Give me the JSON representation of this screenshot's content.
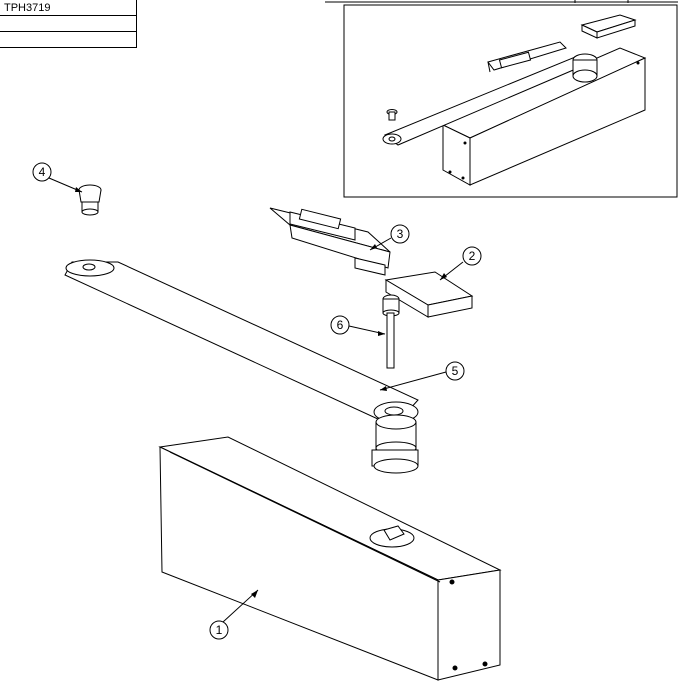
{
  "title_block": {
    "rows": [
      "TPH3719",
      "",
      ""
    ]
  },
  "callouts": [
    {
      "number": "1",
      "part": "closer-body"
    },
    {
      "number": "2",
      "part": "spacer-block"
    },
    {
      "number": "3",
      "part": "slide-channel"
    },
    {
      "number": "4",
      "part": "end-cap"
    },
    {
      "number": "5",
      "part": "arm"
    },
    {
      "number": "6",
      "part": "screw"
    }
  ]
}
